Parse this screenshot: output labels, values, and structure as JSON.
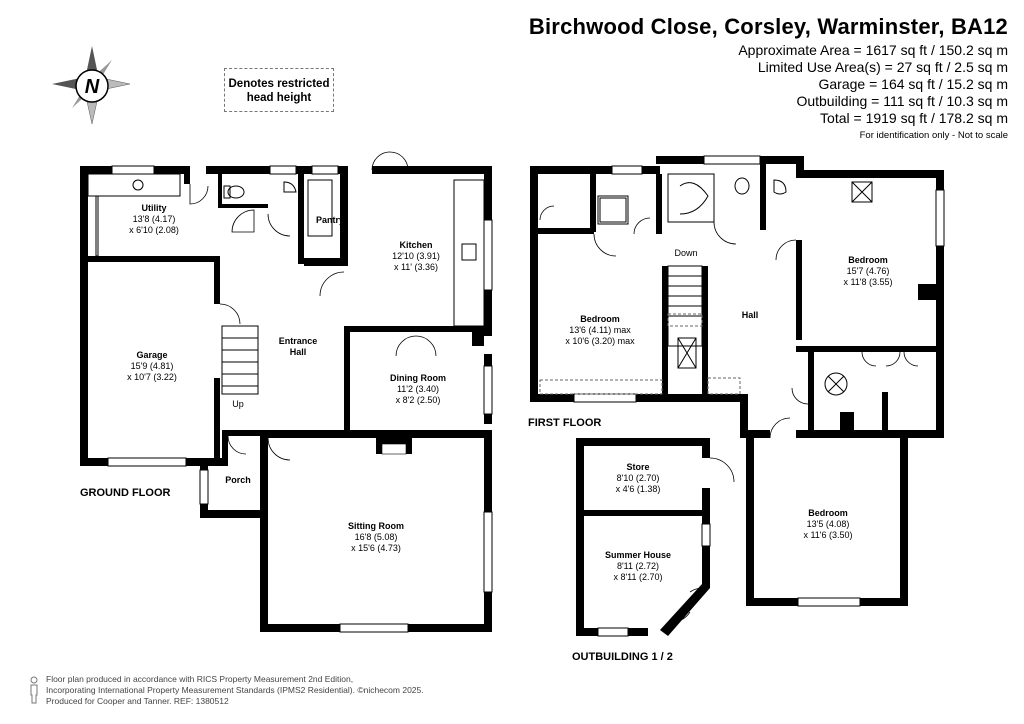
{
  "header": {
    "address": "Birchwood Close, Corsley, Warminster, BA12",
    "areas": [
      "Approximate Area = 1617 sq ft / 150.2 sq m",
      "Limited Use Area(s) = 27 sq ft / 2.5 sq m",
      "Garage = 164 sq ft / 15.2 sq m",
      "Outbuilding = 111 sq ft / 10.3 sq m",
      "Total = 1919 sq ft / 178.2 sq m"
    ],
    "disclaimer": "For identification only - Not to scale"
  },
  "compass": {
    "letter": "N"
  },
  "legend": {
    "restricted": "Denotes restricted head height"
  },
  "floors": {
    "ground": "GROUND FLOOR",
    "first": "FIRST FLOOR",
    "outbuilding": "OUTBUILDING 1 / 2"
  },
  "rooms": {
    "utility": {
      "name": "Utility",
      "dim1": "13'8 (4.17)",
      "dim2": "x 6'10 (2.08)"
    },
    "garage": {
      "name": "Garage",
      "dim1": "15'9 (4.81)",
      "dim2": "x 10'7 (3.22)"
    },
    "pantry": {
      "name": "Pantry"
    },
    "kitchen": {
      "name": "Kitchen",
      "dim1": "12'10 (3.91)",
      "dim2": "x 11' (3.36)"
    },
    "entrance": {
      "name1": "Entrance",
      "name2": "Hall"
    },
    "dining": {
      "name": "Dining Room",
      "dim1": "11'2 (3.40)",
      "dim2": "x 8'2 (2.50)"
    },
    "porch": {
      "name": "Porch"
    },
    "sitting": {
      "name": "Sitting Room",
      "dim1": "16'8 (5.08)",
      "dim2": "x 15'6 (4.73)"
    },
    "bedroom1": {
      "name": "Bedroom",
      "dim1": "13'6 (4.11) max",
      "dim2": "x 10'6 (3.20) max"
    },
    "bedroom2": {
      "name": "Bedroom",
      "dim1": "15'7 (4.76)",
      "dim2": "x 11'8 (3.55)"
    },
    "bedroom3": {
      "name": "Bedroom",
      "dim1": "13'5 (4.08)",
      "dim2": "x 11'6 (3.50)"
    },
    "hall": {
      "name": "Hall"
    },
    "store": {
      "name": "Store",
      "dim1": "8'10 (2.70)",
      "dim2": "x 4'6 (1.38)"
    },
    "summer": {
      "name": "Summer House",
      "dim1": "8'11 (2.72)",
      "dim2": "x 8'11 (2.70)"
    }
  },
  "stairs": {
    "up": "Up",
    "down": "Down"
  },
  "footer": {
    "lines": [
      "Floor plan produced in accordance with RICS Property Measurement 2nd Edition,",
      "Incorporating International Property Measurement Standards (IPMS2 Residential).  ©nichecom 2025.",
      "Produced for Cooper and Tanner.   REF: 1380512"
    ]
  }
}
